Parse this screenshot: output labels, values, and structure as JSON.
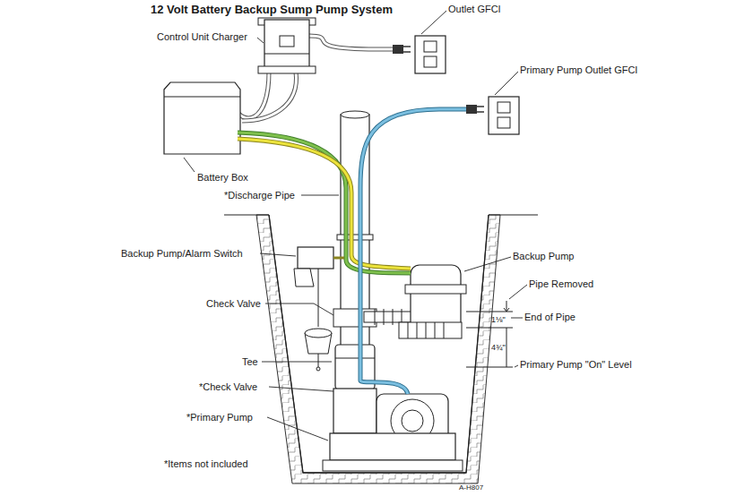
{
  "diagram": {
    "title": "12 Volt Battery Backup Sump Pump System",
    "labels": [
      "Outlet GFCI",
      "Control Unit Charger",
      "Primary Pump Outlet GFCI",
      "Battery Box",
      "*Discharge Pipe",
      "Backup Pump/Alarm Switch",
      "Backup Pump",
      "Pipe Removed",
      "Check Valve",
      "End of Pipe",
      "1⅛\"",
      "4¾\"",
      "Tee",
      "Primary Pump \"On\" Level",
      "*Check Valve",
      "*Primary Pump",
      "*Items not included",
      "A-H807"
    ]
  }
}
